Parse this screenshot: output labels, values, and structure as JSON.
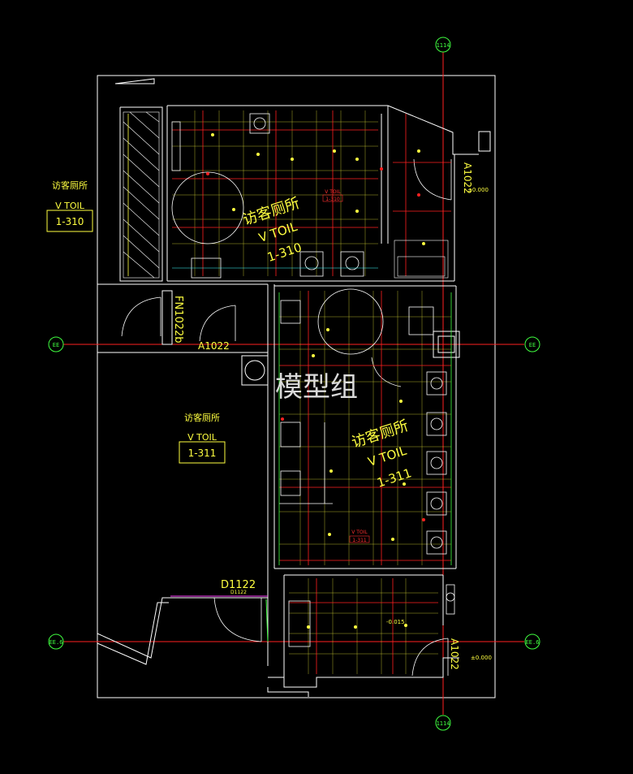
{
  "grid": {
    "col_axis_label": "1114",
    "row_axis_top_label": "EE",
    "row_axis_bottom_label": "EE.6"
  },
  "rooms": {
    "left_upper": {
      "name": "访客厕所",
      "sub": "V TOIL",
      "code": "1-310"
    },
    "left_lower": {
      "name": "访客厕所",
      "sub": "V TOIL",
      "code": "1-311"
    },
    "upper_toilet": {
      "name": "访客厕所",
      "sub": "V TOIL",
      "code": "1-310"
    },
    "lower_toilet": {
      "name": "访客厕所",
      "sub": "V TOIL",
      "code": "1-311"
    }
  },
  "doors": {
    "fn": "FN1022b",
    "a1022": "A1022",
    "a1022_right_bottom": "A1022",
    "a1022_right_top": "A1022",
    "d1122": "D1122",
    "d1122_small": "D1122"
  },
  "levels": {
    "top_right": "±0.000",
    "bottom_right": "±0.000",
    "lower_room": "-0.015"
  },
  "watermark": "模型组",
  "colors": {
    "background": "#000000",
    "walls": "#ffffff",
    "grid": "#ff2020",
    "fixtures": "#ffff40",
    "annotation": "#40ff40"
  }
}
